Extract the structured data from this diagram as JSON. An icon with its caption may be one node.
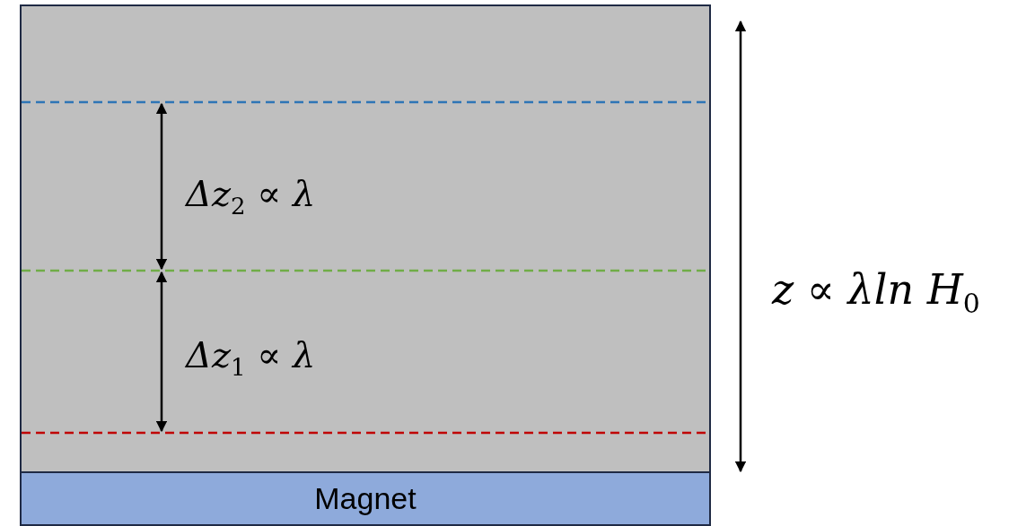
{
  "diagram": {
    "nodes": [
      {
        "text": [],
        "shape": "box"
      },
      {
        "text": [
          "Magnet"
        ]
      }
    ],
    "edges": [],
    "labels": [
      "Δz$_{2}$ ∝ λ",
      "Δz$_{1}$ ∝ λ",
      "z ∝ λln H$_{0}$"
    ]
  }
}
